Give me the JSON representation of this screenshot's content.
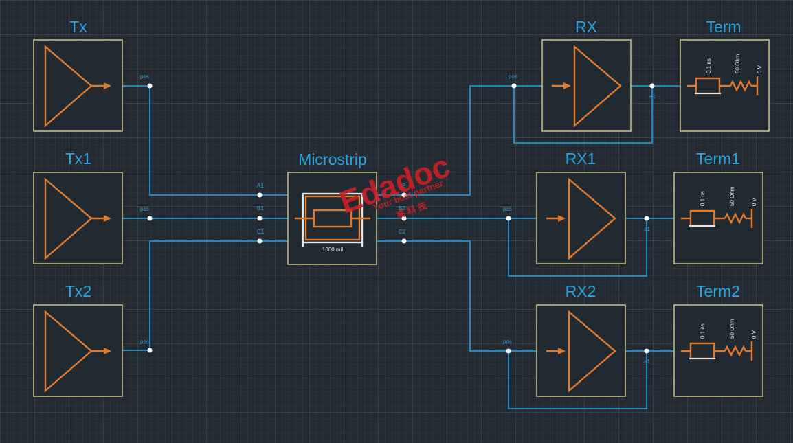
{
  "blocks": {
    "tx": {
      "title": "Tx",
      "port": "pos"
    },
    "tx1": {
      "title": "Tx1",
      "port": "pos"
    },
    "tx2": {
      "title": "Tx2",
      "port": "pos"
    },
    "microstrip": {
      "title": "Microstrip",
      "length": "1000 mil",
      "ports_left": [
        "A1",
        "B1",
        "C1"
      ],
      "ports_right": [
        "A2",
        "B2",
        "C2"
      ]
    },
    "rx": {
      "title": "RX",
      "port_in": "pos",
      "port_out": "a1"
    },
    "rx1": {
      "title": "RX1",
      "port_in": "pos",
      "port_out": "a1"
    },
    "rx2": {
      "title": "RX2",
      "port_in": "pos",
      "port_out": "a1"
    },
    "term": {
      "title": "Term",
      "delay": "0.1 ns",
      "impedance": "50 Ohm",
      "voltage": "0 V"
    },
    "term1": {
      "title": "Term1",
      "delay": "0.1 ns",
      "impedance": "50 Ohm",
      "voltage": "0 V"
    },
    "term2": {
      "title": "Term2",
      "delay": "0.1 ns",
      "impedance": "50 Ohm",
      "voltage": "0 V"
    }
  },
  "watermark": {
    "brand": "Edadoc",
    "tagline": "Your best partner",
    "chinese": "高 科 技"
  },
  "colors": {
    "background": "#232a31",
    "block_border": "#c9c48e",
    "title_text": "#2aa3e0",
    "wire": "#1e86c0",
    "symbol": "#e07a2e",
    "watermark": "#d41f26"
  }
}
